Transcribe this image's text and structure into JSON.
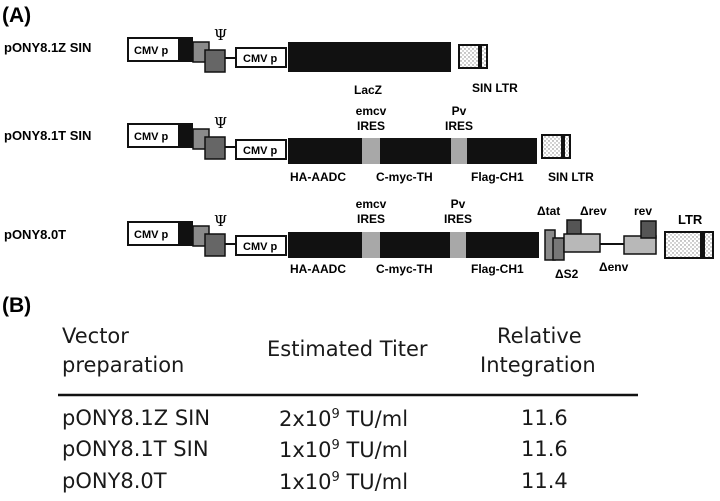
{
  "panel_a": {
    "label": "(A)",
    "constructs": [
      {
        "name": "pONY8.1Z SIN",
        "cmv_left": "CMV p",
        "psi": "Ψ",
        "cmv_mid": "CMV p",
        "gene_label": "LacZ",
        "ltr_label": "SIN LTR"
      },
      {
        "name": "pONY8.1T SIN",
        "cmv_left": "CMV p",
        "psi": "Ψ",
        "cmv_mid": "CMV p",
        "top_labels": [
          "emcv",
          "IRES",
          "Pv",
          "IRES"
        ],
        "bottom_labels": [
          "HA-AADC",
          "C-myc-TH",
          "Flag-CH1"
        ],
        "ltr_label": "SIN LTR"
      },
      {
        "name": "pONY8.0T",
        "cmv_left": "CMV p",
        "psi": "Ψ",
        "cmv_mid": "CMV p",
        "top_labels": [
          "emcv",
          "IRES",
          "Pv",
          "IRES"
        ],
        "bottom_labels": [
          "HA-AADC",
          "C-myc-TH",
          "Flag-CH1"
        ],
        "accessory_labels": [
          "Δtat",
          "Δrev",
          "rev",
          "ΔS2",
          "Δenv"
        ],
        "ltr_label": "LTR"
      }
    ]
  },
  "panel_b": {
    "label": "(B)",
    "headers": [
      [
        "Vector",
        "preparation"
      ],
      [
        "Estimated Titer"
      ],
      [
        "Relative",
        "Integration"
      ]
    ],
    "rows": [
      {
        "vector": "pONY8.1Z SIN",
        "titer_base": "2x10",
        "titer_exp": "9",
        "titer_unit": " TU/ml",
        "integration": "11.6"
      },
      {
        "vector": "pONY8.1T SIN",
        "titer_base": "1x10",
        "titer_exp": "9",
        "titer_unit": " TU/ml",
        "integration": "11.6"
      },
      {
        "vector": "pONY8.0T",
        "titer_base": "1x10",
        "titer_exp": "9",
        "titer_unit": " TU/ml",
        "integration": "11.4"
      }
    ]
  },
  "colors": {
    "black_bar": "#111111",
    "dark_box": "#555555",
    "gray_box": "#8a8a8a",
    "ires": "#a8a8a8",
    "light_box": "#b8b8b8"
  }
}
